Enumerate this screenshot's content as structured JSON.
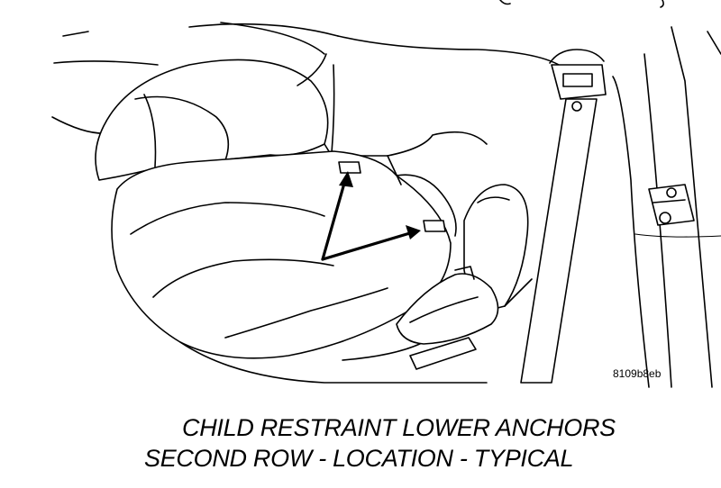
{
  "figure": {
    "code": "8109b8eb",
    "caption_line1": "CHILD RESTRAINT LOWER ANCHORS",
    "caption_line2": "SECOND ROW - LOCATION - TYPICAL"
  }
}
